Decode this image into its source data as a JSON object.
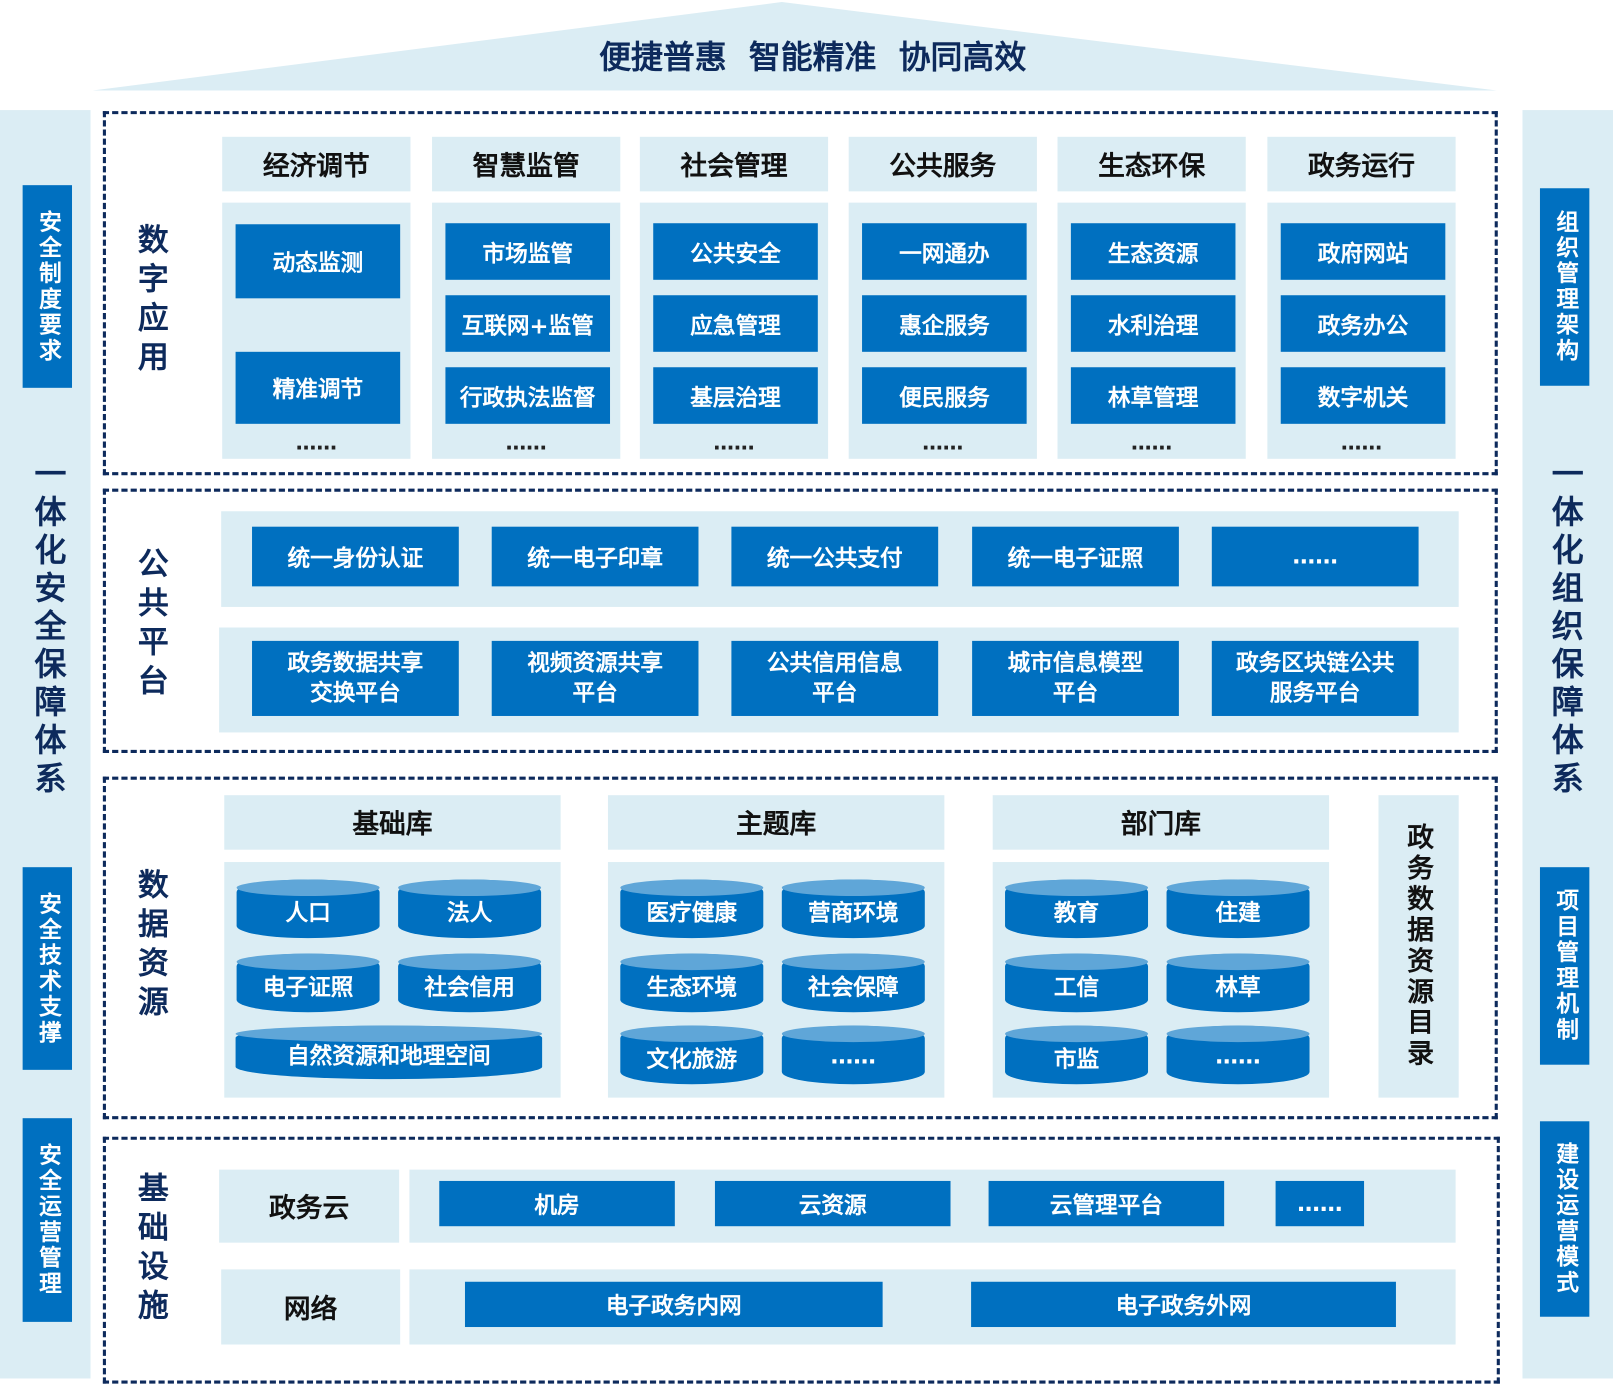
{
  "title": "便捷普惠  智能精准  协同高效",
  "colors": {
    "blue": "#0070c0",
    "light": "#dbedf4",
    "navy": "#0d2a5c"
  },
  "left_panel": {
    "boxes": [
      "安全制度要求",
      "安全技术支撑",
      "安全运营管理"
    ],
    "main": "一体化安全保障体系"
  },
  "right_panel": {
    "boxes": [
      "组织管理架构",
      "项目管理机制",
      "建设运营模式"
    ],
    "main": "一体化组织保障体系"
  },
  "digital_apps": {
    "label": "数字应用",
    "columns": [
      {
        "header": "经济调节",
        "items": [
          "动态监测",
          "精准调节"
        ],
        "more": "……"
      },
      {
        "header": "智慧监管",
        "items": [
          "市场监管",
          "互联网+监管",
          "行政执法监督"
        ],
        "more": "……"
      },
      {
        "header": "社会管理",
        "items": [
          "公共安全",
          "应急管理",
          "基层治理"
        ],
        "more": "……"
      },
      {
        "header": "公共服务",
        "items": [
          "一网通办",
          "惠企服务",
          "便民服务"
        ],
        "more": "……"
      },
      {
        "header": "生态环保",
        "items": [
          "生态资源",
          "水利治理",
          "林草管理"
        ],
        "more": "……"
      },
      {
        "header": "政务运行",
        "items": [
          "政府网站",
          "政务办公",
          "数字机关"
        ],
        "more": "……"
      }
    ]
  },
  "public_platform": {
    "label": "公共平台",
    "row1": [
      "统一身份认证",
      "统一电子印章",
      "统一公共支付",
      "统一电子证照",
      "……"
    ],
    "row2": [
      "政务数据共享\n交换平台",
      "视频资源共享\n平台",
      "公共信用信息\n平台",
      "城市信息模型\n平台",
      "政务区块链公共\n服务平台"
    ]
  },
  "data_resources": {
    "label": "数据资源",
    "groups": [
      {
        "header": "基础库",
        "items": [
          "人口",
          "法人",
          "电子证照",
          "社会信用",
          "自然资源和地理空间"
        ]
      },
      {
        "header": "主题库",
        "items": [
          "医疗健康",
          "营商环境",
          "生态环境",
          "社会保障",
          "文化旅游",
          "……"
        ]
      },
      {
        "header": "部门库",
        "items": [
          "教育",
          "住建",
          "工信",
          "林草",
          "市监",
          "……"
        ]
      }
    ],
    "catalog": "政务数据资源目录"
  },
  "infrastructure": {
    "label": "基础设施",
    "cloud": {
      "label": "政务云",
      "items": [
        "机房",
        "云资源",
        "云管理平台",
        "……"
      ]
    },
    "network": {
      "label": "网络",
      "items": [
        "电子政务内网",
        "电子政务外网"
      ]
    }
  }
}
